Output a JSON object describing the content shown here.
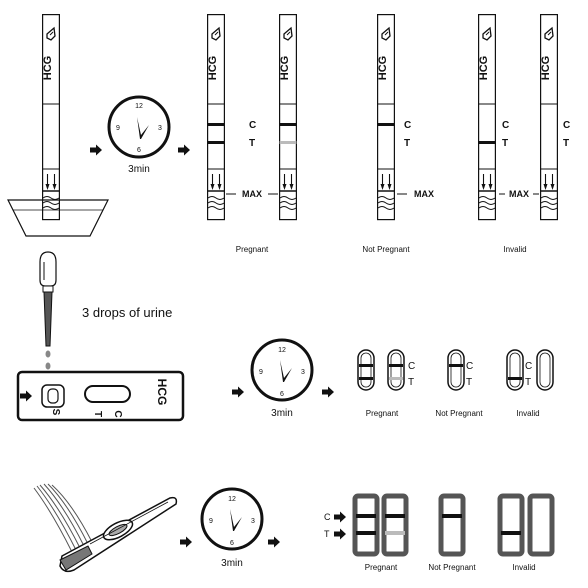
{
  "strip": {
    "brand": "HCG",
    "max": "MAX",
    "control": "C",
    "test": "T"
  },
  "timer": {
    "duration": "3min",
    "twelve": "12",
    "three": "3",
    "six": "6",
    "nine": "9"
  },
  "cassette": {
    "instruction": "3 drops of urine",
    "brand": "HCG",
    "sample": "S",
    "control": "C",
    "test": "T"
  },
  "midstream": {
    "control": "C",
    "test": "T"
  },
  "results": {
    "pregnant": "Pregnant",
    "not_pregnant": "Not Pregnant",
    "invalid": "Invalid"
  },
  "colors": {
    "line": "#111111",
    "faint": "#bbbbbb",
    "window": "#555555",
    "dropper": "#555555"
  }
}
